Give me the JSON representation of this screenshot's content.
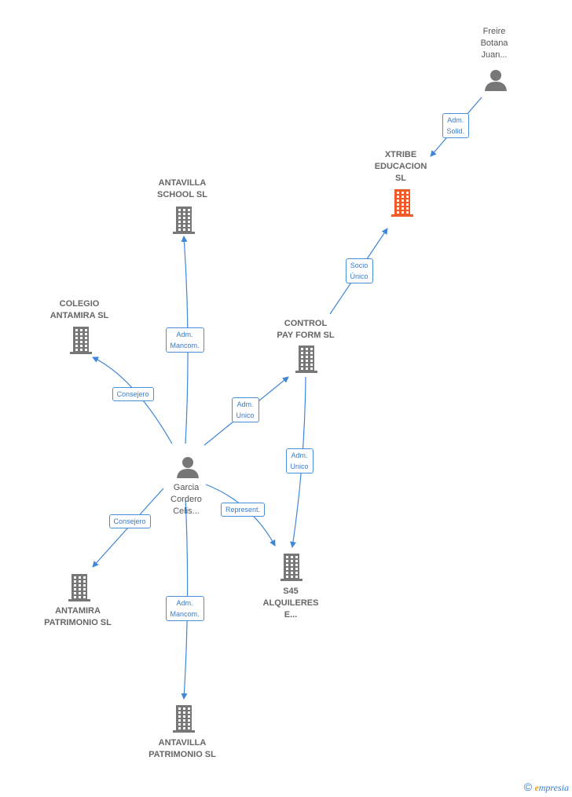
{
  "colors": {
    "edge": "#3f86d6",
    "company_icon": "#777777",
    "focus_icon": "#f05a28",
    "person_icon": "#777777"
  },
  "nodes": {
    "freire": {
      "lines": [
        "Freire",
        "Botana",
        "Juan..."
      ],
      "kind": "person",
      "icon": "person-icon"
    },
    "xtribe": {
      "lines": [
        "XTRIBE",
        "EDUCACION",
        "SL"
      ],
      "kind": "company-focus",
      "icon": "building-icon"
    },
    "antavilla_school": {
      "lines": [
        "ANTAVILLA",
        "SCHOOL SL"
      ],
      "kind": "company",
      "icon": "building-icon"
    },
    "colegio_antamira": {
      "lines": [
        "COLEGIO",
        "ANTAMIRA SL"
      ],
      "kind": "company",
      "icon": "building-icon"
    },
    "control_pay_form": {
      "lines": [
        "CONTROL",
        "PAY FORM SL"
      ],
      "kind": "company",
      "icon": "building-icon"
    },
    "garcia": {
      "lines": [
        "Garcia",
        "Cordero",
        "Celis..."
      ],
      "kind": "person",
      "icon": "person-icon"
    },
    "antamira_patrimonio": {
      "lines": [
        "ANTAMIRA",
        "PATRIMONIO SL"
      ],
      "kind": "company",
      "icon": "building-icon"
    },
    "s45": {
      "lines": [
        "S45",
        "ALQUILERES",
        "E..."
      ],
      "kind": "company",
      "icon": "building-icon"
    },
    "antavilla_patrimonio": {
      "lines": [
        "ANTAVILLA",
        "PATRIMONIO SL"
      ],
      "kind": "company",
      "icon": "building-icon"
    }
  },
  "edges": [
    {
      "id": "freire-xtribe",
      "from": "freire",
      "to": "xtribe",
      "label": [
        "Adm.",
        "Solid."
      ]
    },
    {
      "id": "control-xtribe",
      "from": "control_pay_form",
      "to": "xtribe",
      "label": [
        "Socio",
        "Único"
      ]
    },
    {
      "id": "garcia-antavilla-school",
      "from": "garcia",
      "to": "antavilla_school",
      "label": [
        "Adm.",
        "Mancom."
      ]
    },
    {
      "id": "garcia-colegio",
      "from": "garcia",
      "to": "colegio_antamira",
      "label": [
        "Consejero"
      ]
    },
    {
      "id": "garcia-control",
      "from": "garcia",
      "to": "control_pay_form",
      "label": [
        "Adm.",
        "Unico"
      ]
    },
    {
      "id": "control-s45",
      "from": "control_pay_form",
      "to": "s45",
      "label": [
        "Adm.",
        "Unico"
      ]
    },
    {
      "id": "garcia-antamira-patrimonio",
      "from": "garcia",
      "to": "antamira_patrimonio",
      "label": [
        "Consejero"
      ]
    },
    {
      "id": "garcia-s45",
      "from": "garcia",
      "to": "s45",
      "label": [
        "Represent."
      ]
    },
    {
      "id": "garcia-antavilla-patrimonio",
      "from": "garcia",
      "to": "antavilla_patrimonio",
      "label": [
        "Adm.",
        "Mancom."
      ]
    }
  ],
  "footer": {
    "copyright": "©",
    "brand_initial": "e",
    "brand_rest": "mpresia"
  }
}
